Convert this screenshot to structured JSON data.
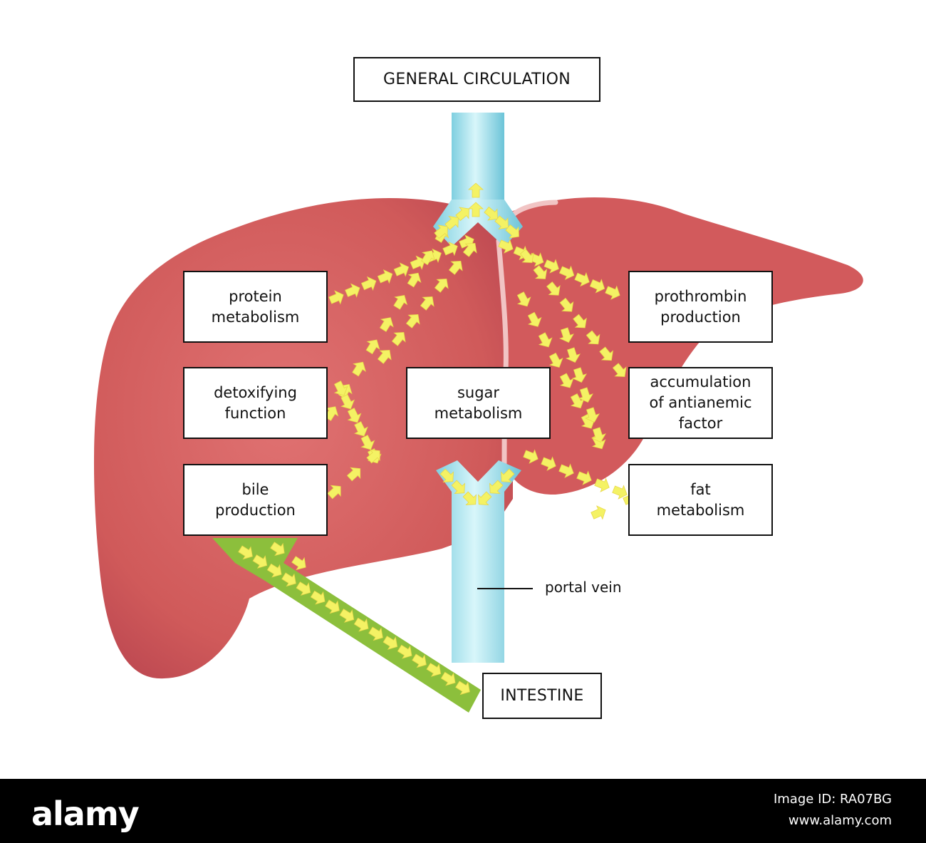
{
  "colors": {
    "liver": "#d05a5a",
    "liver_dark": "#b84450",
    "vessel": "#a9e3ec",
    "bile_duct": "#8cbf3c",
    "arrow": "#f4f264"
  },
  "labels": {
    "general_circulation": "GENERAL CIRCULATION",
    "intestine": "INTESTINE",
    "portal_vein": "portal vein",
    "protein": [
      "protein",
      "metabolism"
    ],
    "detox": [
      "detoxifying",
      "function"
    ],
    "bile": [
      "bile",
      "production"
    ],
    "sugar": [
      "sugar",
      "metabolism"
    ],
    "prothrombin": [
      "prothrombin",
      "production"
    ],
    "antianemic": [
      "accumulation",
      "of antianemic",
      "factor"
    ],
    "fat": [
      "fat",
      "metabolism"
    ]
  },
  "footer": {
    "logo": "alamy",
    "image_id": "Image ID: RA07BG",
    "site": "www.alamy.com"
  }
}
